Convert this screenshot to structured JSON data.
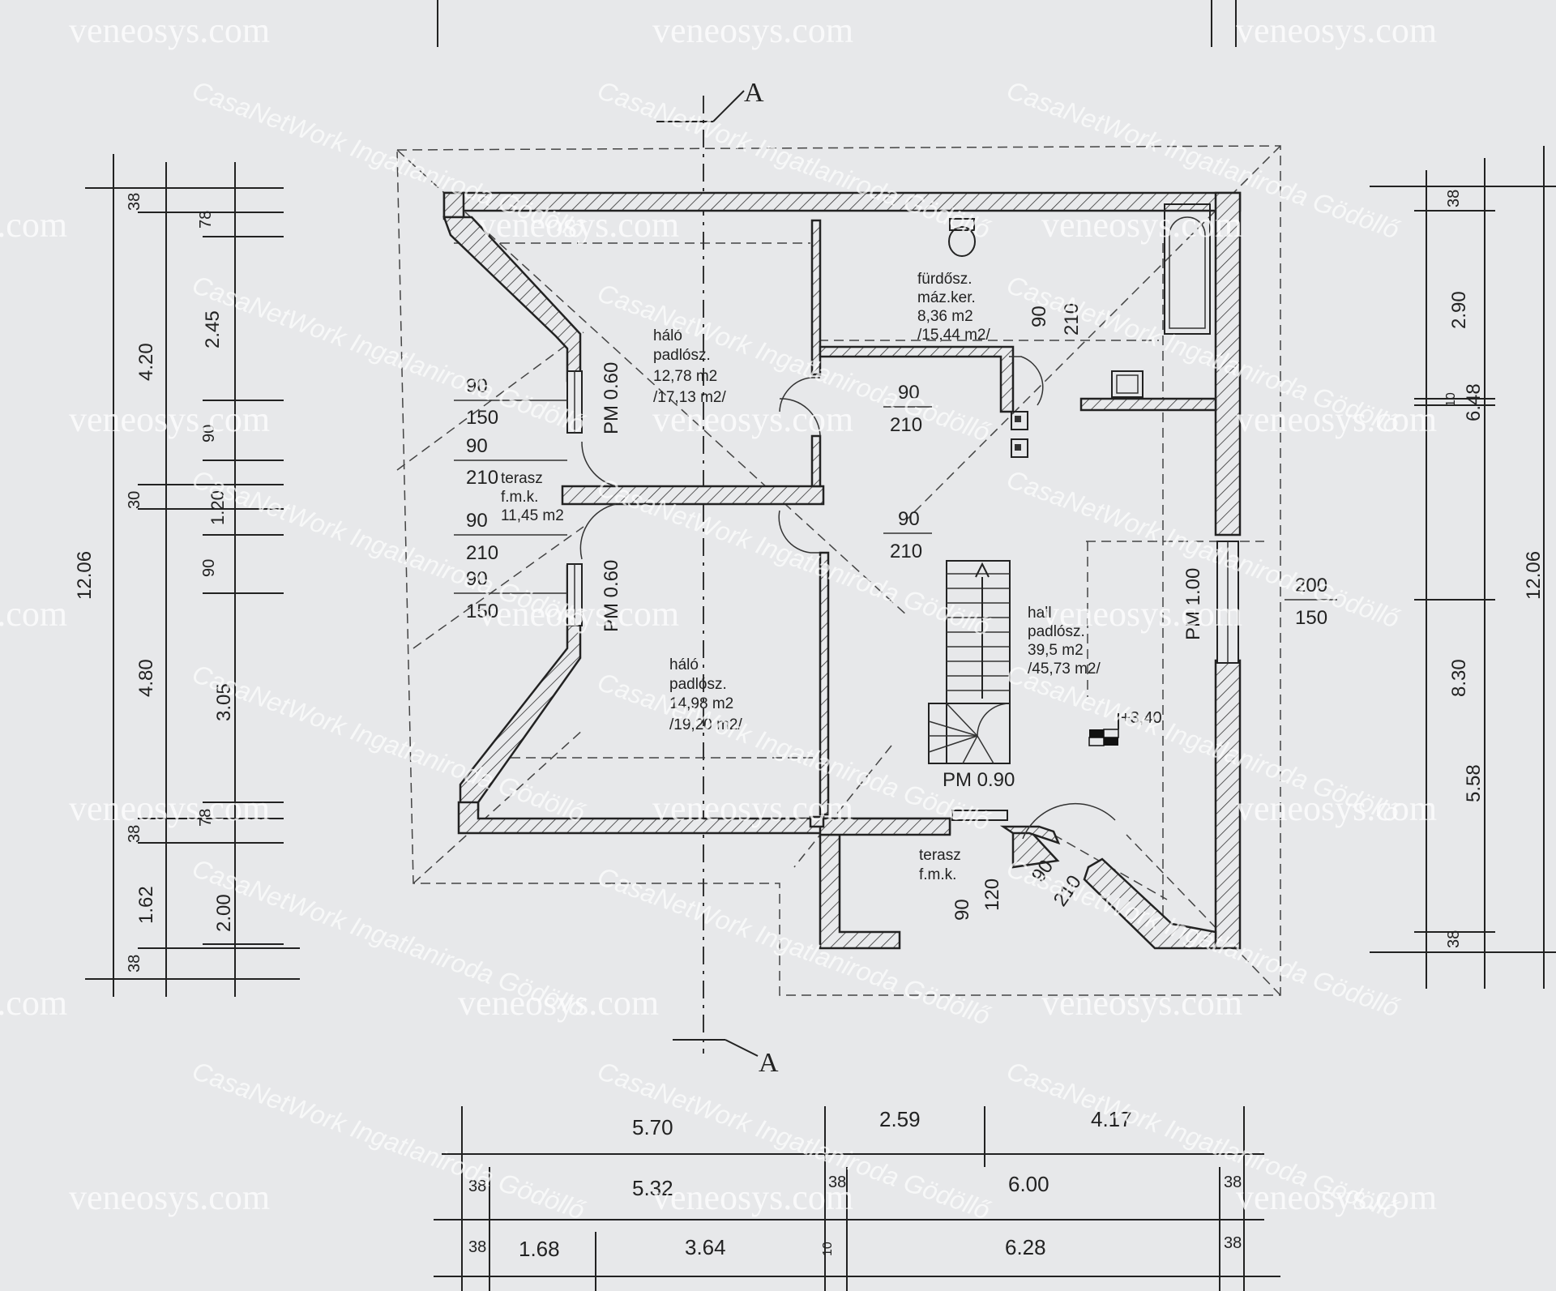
{
  "watermark": {
    "site": "veneosys.com",
    "agency": "CasaNetWork Ingatlaniroda Gödöllő"
  },
  "section_marker": {
    "top": "A",
    "bottom": "A"
  },
  "rooms": {
    "bedroom1": {
      "name": "háló",
      "floor": "padlósz.",
      "area": "12,78 m2",
      "area_gross": "/17,13 m2/"
    },
    "bedroom2": {
      "name": "háló",
      "floor": "padlósz.",
      "area": "14,98 m2",
      "area_gross": "/19,20 m2/"
    },
    "bathroom": {
      "name": "fürdősz.",
      "floor": "máz.ker.",
      "area": "8,36 m2",
      "area_gross": "/15,44 m2/"
    },
    "hall": {
      "name": "hall",
      "floor": "padlósz.",
      "area": "39,5 m2",
      "area_gross": "/45,73 m2/"
    },
    "terrace_left": {
      "name": "terasz",
      "floor": "f.m.k.",
      "area": "11,45 m2"
    },
    "terrace_bottom": {
      "name": "terasz",
      "floor": "f.m.k."
    },
    "level": "+3,40"
  },
  "openings": {
    "d90": "90",
    "d150": "150",
    "d210": "210",
    "d200": "200",
    "d120": "120",
    "pm060a": "PM 0.60",
    "pm060b": "PM 0.60",
    "pm100": "PM 1.00",
    "pm090": "PM 0.90"
  },
  "dims_left": {
    "outer": "12.06",
    "a": "4.20",
    "b": "4.80",
    "c": "1.62",
    "t38a": "38",
    "t30": "30",
    "t38b": "38",
    "t38c": "38",
    "i78a": "78",
    "i245": "2.45",
    "i90a": "90",
    "i120": "1.20",
    "i90b": "90",
    "i305": "3.05",
    "i78b": "78",
    "i200": "2.00"
  },
  "dims_right": {
    "outer": "12.06",
    "a": "6.48",
    "b": "5.58",
    "t38a": "38",
    "t38b": "38",
    "i290": "2.90",
    "i10": "10",
    "i830": "8.30"
  },
  "dims_bottom": {
    "r1a": "5.70",
    "r1b": "2.59",
    "r1c": "4.17",
    "r2a": "38",
    "r2b": "5.32",
    "r2c": "38",
    "r2d": "6.00",
    "r2e": "38",
    "r3a": "38",
    "r3b": "1.68",
    "r3c": "3.64",
    "r3d": "10",
    "r3e": "6.28",
    "r3f": "38"
  }
}
